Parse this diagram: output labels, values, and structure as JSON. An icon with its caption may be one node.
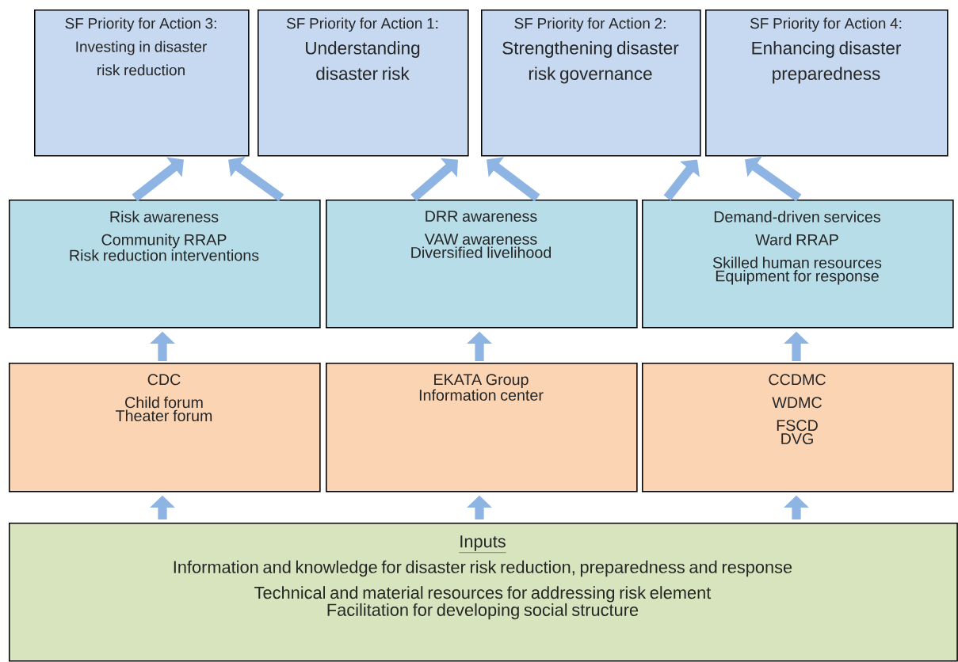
{
  "diagram": {
    "nodes": [
      {
        "text": [
          "SF Priority for Action 3:",
          "Investing in disaster risk reduction"
        ]
      },
      {
        "text": [
          "SF Priority for Action 1:",
          "Understanding disaster risk"
        ]
      },
      {
        "text": [
          "SF Priority for Action 2:",
          "Strengthening disaster risk governance"
        ]
      },
      {
        "text": [
          "SF Priority for Action 4:",
          "Enhancing disaster preparedness"
        ]
      },
      {
        "text": [
          "Risk awareness",
          "Community RRAP",
          "Risk reduction interventions"
        ]
      },
      {
        "text": [
          "DRR awareness",
          "VAW awareness",
          "Diversified livelihood"
        ]
      },
      {
        "text": [
          "Demand-driven services",
          "Ward RRAP",
          "Skilled human resources",
          "Equipment for response"
        ]
      },
      {
        "text": [
          "CDC",
          "Child forum",
          "Theater forum"
        ]
      },
      {
        "text": [
          "EKATA Group",
          "Information center"
        ]
      },
      {
        "text": [
          "CCDMC",
          "WDMC",
          "FSCD",
          "DVG"
        ]
      },
      {
        "text": [
          "Inputs",
          "Information and knowledge for disaster risk reduction, preparedness and response",
          "Technical and material resources for addressing risk element",
          "Facilitation for developing social structure"
        ]
      }
    ],
    "edges": [
      {
        "from": 10,
        "to": 7,
        "arrow": "to"
      },
      {
        "from": 10,
        "to": 8,
        "arrow": "to"
      },
      {
        "from": 10,
        "to": 9,
        "arrow": "to"
      },
      {
        "from": 7,
        "to": 4,
        "arrow": "to"
      },
      {
        "from": 8,
        "to": 5,
        "arrow": "to"
      },
      {
        "from": 9,
        "to": 6,
        "arrow": "to"
      },
      {
        "from": 4,
        "to": 0,
        "arrow": "to"
      },
      {
        "from": 4,
        "to": 0,
        "arrow": "to"
      },
      {
        "from": 5,
        "to": 1,
        "arrow": "to"
      },
      {
        "from": 5,
        "to": 2,
        "arrow": "to"
      },
      {
        "from": 6,
        "to": 2,
        "arrow": "to"
      },
      {
        "from": 6,
        "to": 3,
        "arrow": "to"
      }
    ]
  }
}
